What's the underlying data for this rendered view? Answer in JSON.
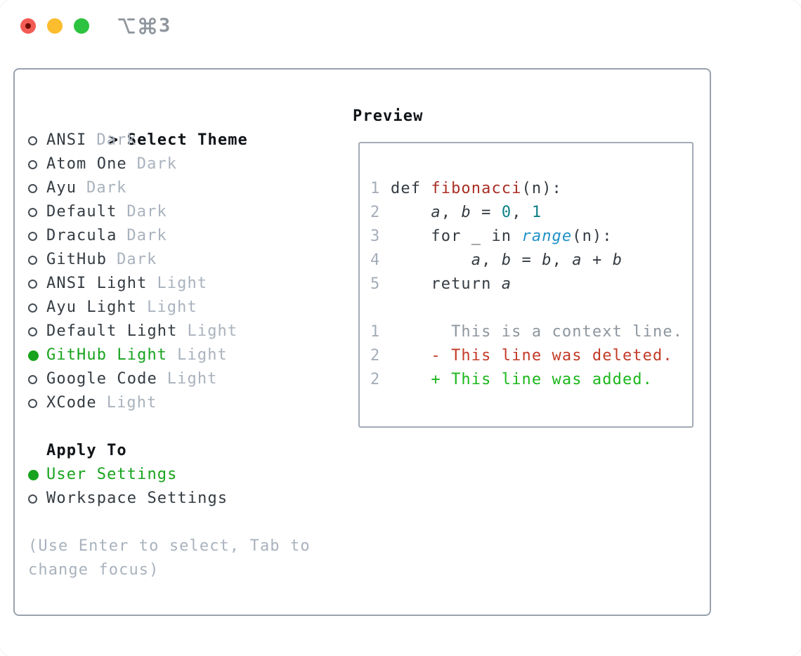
{
  "titlebar": {
    "shortcut_label": "⌥⌘3",
    "shortcut_digit": "3"
  },
  "theme_picker": {
    "header_prefix": ">",
    "header": "Select Theme",
    "themes": [
      {
        "name": "ANSI",
        "tag": "Dark",
        "selected": false
      },
      {
        "name": "Atom One",
        "tag": "Dark",
        "selected": false
      },
      {
        "name": "Ayu",
        "tag": "Dark",
        "selected": false
      },
      {
        "name": "Default",
        "tag": "Dark",
        "selected": false
      },
      {
        "name": "Dracula",
        "tag": "Dark",
        "selected": false
      },
      {
        "name": "GitHub",
        "tag": "Dark",
        "selected": false
      },
      {
        "name": "ANSI Light",
        "tag": "Light",
        "selected": false
      },
      {
        "name": "Ayu Light",
        "tag": "Light",
        "selected": false
      },
      {
        "name": "Default Light",
        "tag": "Light",
        "selected": false
      },
      {
        "name": "GitHub Light",
        "tag": "Light",
        "selected": true
      },
      {
        "name": "Google Code",
        "tag": "Light",
        "selected": false
      },
      {
        "name": "XCode",
        "tag": "Light",
        "selected": false
      }
    ],
    "apply_to": {
      "header": "Apply To",
      "options": [
        {
          "name": "User Settings",
          "selected": true
        },
        {
          "name": "Workspace Settings",
          "selected": false
        }
      ]
    },
    "hint": "(Use Enter to select, Tab to change focus)"
  },
  "preview": {
    "header": "Preview",
    "code_lines": [
      {
        "num": "1",
        "tokens": [
          {
            "t": "def ",
            "c": "plain"
          },
          {
            "t": "fibonacci",
            "c": "func"
          },
          {
            "t": "(n):",
            "c": "plain"
          }
        ]
      },
      {
        "num": "2",
        "tokens": [
          {
            "t": "    ",
            "c": "plain"
          },
          {
            "t": "a",
            "c": "var"
          },
          {
            "t": ", ",
            "c": "plain"
          },
          {
            "t": "b",
            "c": "var"
          },
          {
            "t": " = ",
            "c": "plain"
          },
          {
            "t": "0",
            "c": "num"
          },
          {
            "t": ", ",
            "c": "plain"
          },
          {
            "t": "1",
            "c": "num"
          }
        ]
      },
      {
        "num": "3",
        "tokens": [
          {
            "t": "    for _ in ",
            "c": "plain"
          },
          {
            "t": "range",
            "c": "call"
          },
          {
            "t": "(n):",
            "c": "plain"
          }
        ]
      },
      {
        "num": "4",
        "tokens": [
          {
            "t": "        ",
            "c": "plain"
          },
          {
            "t": "a",
            "c": "var"
          },
          {
            "t": ", ",
            "c": "plain"
          },
          {
            "t": "b",
            "c": "var"
          },
          {
            "t": " = ",
            "c": "plain"
          },
          {
            "t": "b",
            "c": "var"
          },
          {
            "t": ", ",
            "c": "plain"
          },
          {
            "t": "a",
            "c": "var"
          },
          {
            "t": " + ",
            "c": "plain"
          },
          {
            "t": "b",
            "c": "var"
          }
        ]
      },
      {
        "num": "5",
        "tokens": [
          {
            "t": "    return ",
            "c": "plain"
          },
          {
            "t": "a",
            "c": "var"
          }
        ]
      },
      {
        "num": "",
        "tokens": []
      },
      {
        "num": "1",
        "tokens": [
          {
            "t": "      This is a context line.",
            "c": "context"
          }
        ]
      },
      {
        "num": "2",
        "tokens": [
          {
            "t": "    - This line was deleted.",
            "c": "deleted"
          }
        ]
      },
      {
        "num": "2",
        "tokens": [
          {
            "t": "    + This line was added.",
            "c": "added"
          }
        ]
      }
    ]
  },
  "colors": {
    "accent_green": "#17a31d",
    "diff_added": "#1cb71c",
    "diff_deleted": "#c33b28",
    "diff_context": "#8e969e",
    "syntax_function": "#a92e24",
    "syntax_number": "#0e7f87",
    "syntax_call": "#2191c9",
    "traffic_red": "#f25c54",
    "traffic_yellow": "#fbbc2e",
    "traffic_green": "#2ec241",
    "panel_border": "#99a2ad"
  }
}
